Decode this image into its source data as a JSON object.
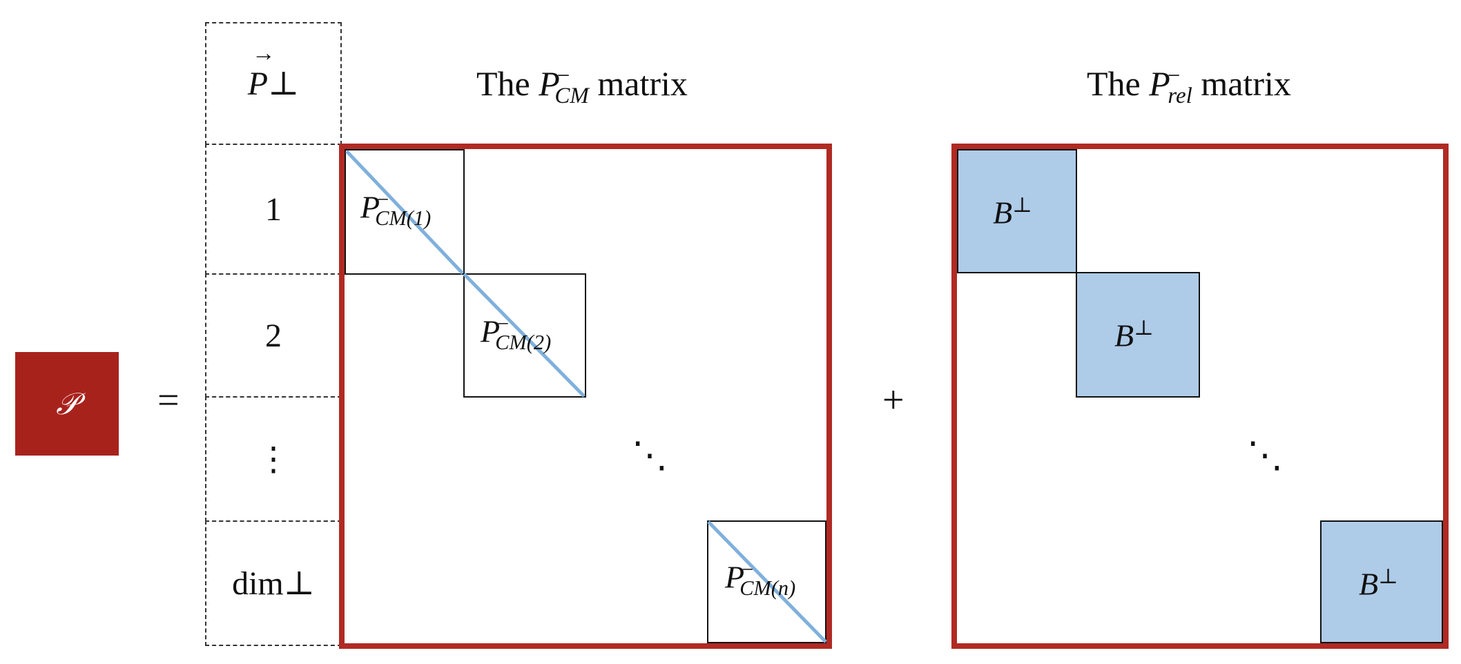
{
  "lhs": {
    "symbol": "𝒫",
    "equals": "=",
    "plus": "+"
  },
  "column": {
    "header": "P⊥",
    "header_arrow": "→",
    "rows": [
      "1",
      "2",
      "⋮",
      "dim⊥"
    ]
  },
  "cm_matrix": {
    "title_prefix": "The",
    "title_var": "P",
    "title_sup": "−",
    "title_sub": "CM",
    "title_suffix": "matrix",
    "blocks": [
      {
        "var": "P",
        "sup": "−",
        "sub": "CM(1)"
      },
      {
        "var": "P",
        "sup": "−",
        "sub": "CM(2)"
      },
      {
        "var": "P",
        "sup": "−",
        "sub": "CM(n)"
      }
    ],
    "ellipsis": "⋱"
  },
  "rel_matrix": {
    "title_prefix": "The",
    "title_var": "P",
    "title_sup": "−",
    "title_sub": "rel",
    "title_suffix": "matrix",
    "block_var": "B",
    "block_sup": "⊥",
    "ellipsis": "⋱"
  },
  "colors": {
    "accent_red": "#b02a24",
    "p_box_red": "#a8221c",
    "block_blue": "#aecbe8",
    "diagonal_blue": "#7fb0dc"
  }
}
